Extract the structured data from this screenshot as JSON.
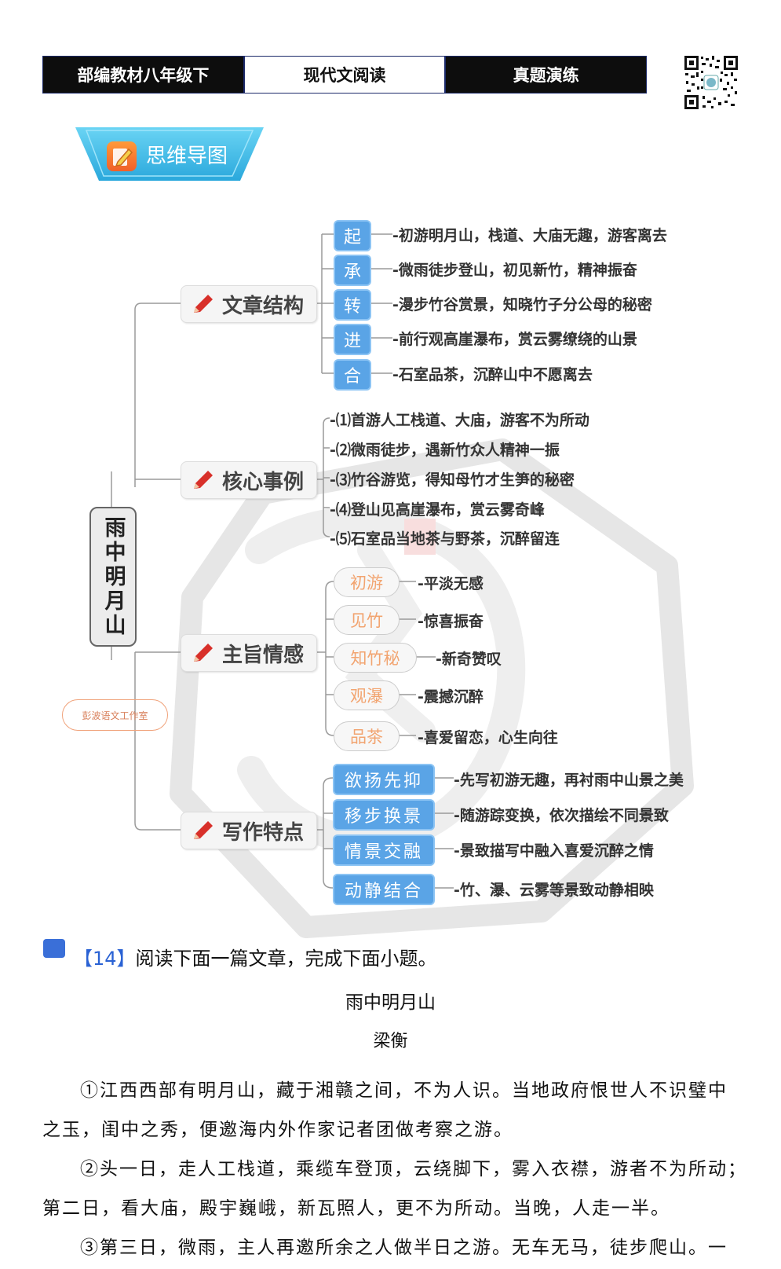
{
  "header": {
    "cell1": "部编教材八年级下",
    "cell2": "现代文阅读",
    "cell3": "真题演练"
  },
  "mindmap_tab": {
    "label": "思维导图"
  },
  "mindmap": {
    "root": "雨中明月山",
    "studio_label": "彭波语文工作室",
    "branches": {
      "structure": {
        "label": "文章结构",
        "nodes": [
          "起",
          "承",
          "转",
          "进",
          "合"
        ],
        "leaves": [
          "-初游明月山，栈道、大庙无趣，游客离去",
          "-微雨徒步登山，初见新竹，精神振奋",
          "-漫步竹谷赏景，知晓竹子分公母的秘密",
          "-前行观高崖瀑布，赏云雾缭绕的山景",
          "-石室品茶，沉醉山中不愿离去"
        ]
      },
      "events": {
        "label": "核心事例",
        "leaves": [
          "-⑴首游人工栈道、大庙，游客不为所动",
          "-⑵微雨徒步，遇新竹众人精神一振",
          "-⑶竹谷游览，得知母竹才生笋的秘密",
          "-⑷登山见高崖瀑布，赏云雾奇峰",
          "-⑸石室品当地茶与野茶，沉醉留连"
        ]
      },
      "emotion": {
        "label": "主旨情感",
        "nodes": [
          "初游",
          "见竹",
          "知竹秘",
          "观瀑",
          "品茶"
        ],
        "leaves": [
          "-平淡无感",
          "-惊喜振奋",
          "-新奇赞叹",
          "-震撼沉醉",
          "-喜爱留恋，心生向往"
        ]
      },
      "writing": {
        "label": "写作特点",
        "nodes": [
          "欲扬先抑",
          "移步换景",
          "情景交融",
          "动静结合"
        ],
        "leaves": [
          "-先写初游无趣，再衬雨中山景之美",
          "-随游踪变换，依次描绘不同景致",
          "-景致描写中融入喜爱沉醉之情",
          "-竹、瀑、云雾等景致动静相映"
        ]
      }
    }
  },
  "question": {
    "number": "【14】",
    "prompt": "阅读下面一篇文章，完成下面小题。"
  },
  "article": {
    "title": "雨中明月山",
    "author": "梁衡",
    "lines": [
      "①江西西部有明月山，藏于湘赣之间，不为人识。当地政府恨世人不识璧中",
      "之玉，闺中之秀，便邀海内外作家记者团做考察之游。",
      "②头一日，走人工栈道，乘缆车登顶，云绕脚下，雾入衣襟，游者不为所动；",
      "第二日，看大庙，殿宇巍峨，新瓦照人，更不为所动。当晚，人走一半。",
      "③第三日，微雨，主人再邀所余之人做半日之游。无车无马，徒步爬山。一"
    ]
  },
  "colors": {
    "header_dark": "#0d0d0d",
    "node_blue": "#5aa4e6",
    "node_orange_text": "#f2a470",
    "pen_red": "#d8302a",
    "tab_blue": "#3ec0ea"
  }
}
